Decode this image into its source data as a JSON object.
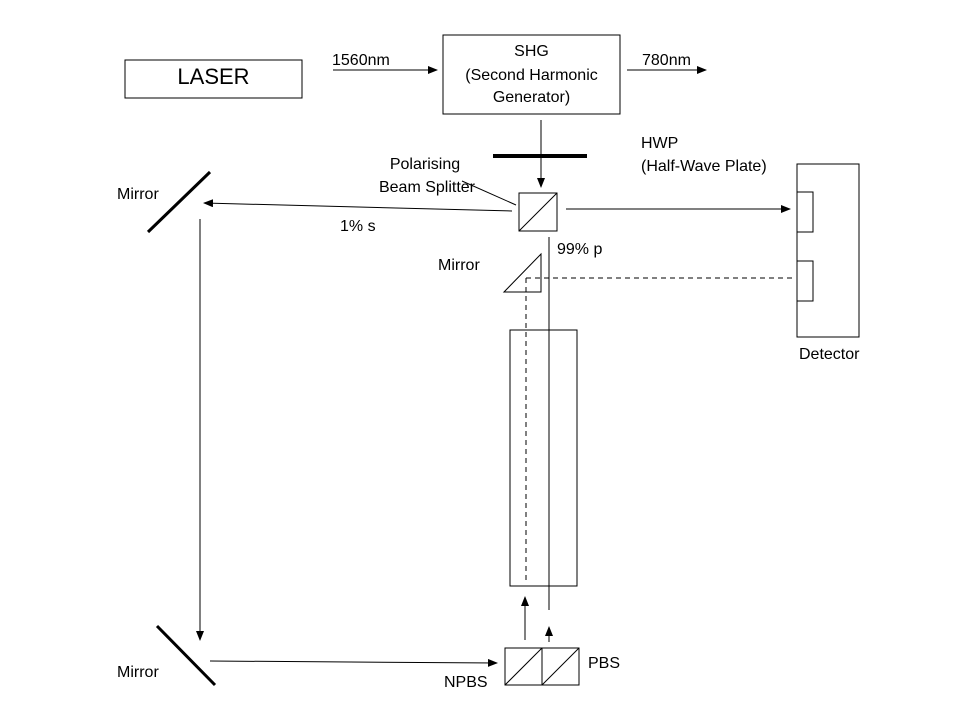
{
  "labels": {
    "laser": "LASER",
    "wl_in": "1560nm",
    "shg_1": "SHG",
    "shg_2": "(Second Harmonic",
    "shg_3": "Generator)",
    "wl_out": "780nm",
    "hwp_1": "HWP",
    "hwp_2": "(Half-Wave Plate)",
    "pbs_top_1": "Polarising",
    "pbs_top_2": "Beam Splitter",
    "mirror_top_left": "Mirror",
    "split_s": "1% s",
    "split_p": "99% p",
    "mirror_center": "Mirror",
    "detector": "Detector",
    "mirror_bottom_left": "Mirror",
    "pbs_bottom": "PBS",
    "npbs": "NPBS"
  },
  "colors": {
    "line": "#000000",
    "background": "#ffffff"
  }
}
